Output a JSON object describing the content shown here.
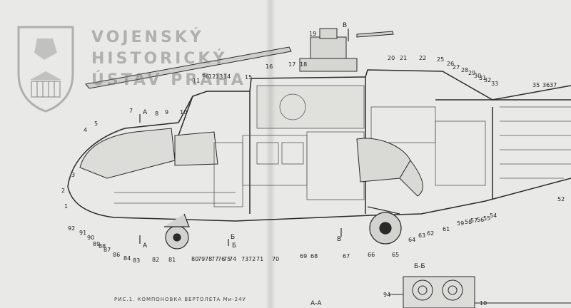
{
  "watermark": {
    "line1": "VOJENSKÝ",
    "line2": "HISTORICKÝ",
    "line3": "ÚSTAV PRAHA"
  },
  "caption": "РИС.1. КОМПОНОВКА ВЕРТОЛЕТА Ми-24У",
  "section_marks": [
    "В",
    "А",
    "А",
    "Б",
    "Б",
    "В"
  ],
  "section_titles": [
    "Б-Б",
    "А-А"
  ],
  "callouts": [
    "1",
    "2",
    "3",
    "4",
    "5",
    "6",
    "7",
    "8",
    "9",
    "10",
    "11",
    "12",
    "13",
    "14",
    "15",
    "16",
    "17",
    "18",
    "19",
    "20",
    "21",
    "22",
    "25",
    "26",
    "27",
    "28",
    "29",
    "30",
    "31",
    "32",
    "33",
    "35",
    "36",
    "37",
    "52",
    "54",
    "55",
    "56",
    "57",
    "58",
    "59",
    "61",
    "62",
    "63",
    "64",
    "65",
    "66",
    "67",
    "68",
    "69",
    "70",
    "71",
    "72",
    "73",
    "74",
    "75",
    "76",
    "77",
    "78",
    "79",
    "80",
    "81",
    "82",
    "83",
    "84",
    "86",
    "87",
    "88",
    "89",
    "90",
    "91",
    "92",
    "94",
    "10",
    "6"
  ],
  "colors": {
    "ink": "#2a2a2a",
    "paper": "#e9e9e7",
    "hatch": "#555555"
  }
}
